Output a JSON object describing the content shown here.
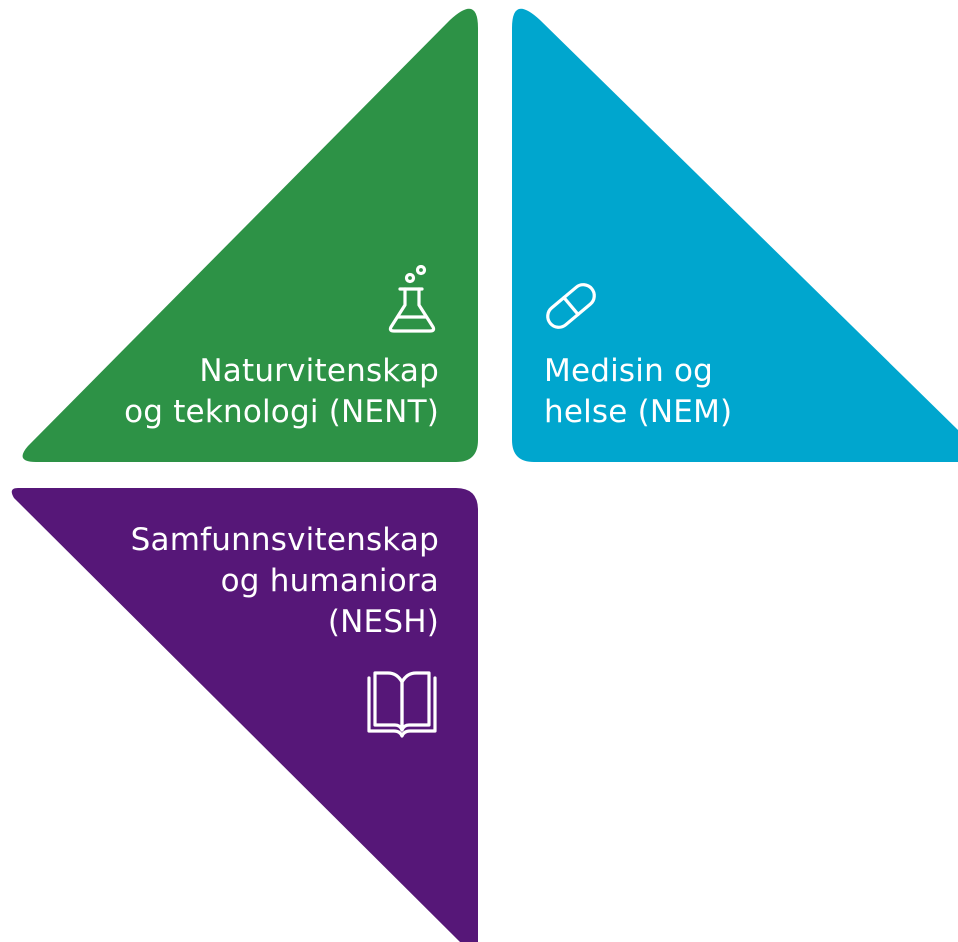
{
  "colors": {
    "nent": "#2D9246",
    "nem": "#00A6CE",
    "nesh": "#561778",
    "text": "#FFFFFF"
  },
  "tiles": [
    {
      "id": "nent",
      "lines": [
        "Naturvitenskap",
        "og teknologi (NENT)"
      ],
      "icon": "flask-icon"
    },
    {
      "id": "nem",
      "lines": [
        "Medisin og",
        "helse (NEM)"
      ],
      "icon": "pill-icon"
    },
    {
      "id": "nesh",
      "lines": [
        "Samfunnsvitenskap",
        "og humaniora",
        "(NESH)"
      ],
      "icon": "book-icon"
    }
  ]
}
